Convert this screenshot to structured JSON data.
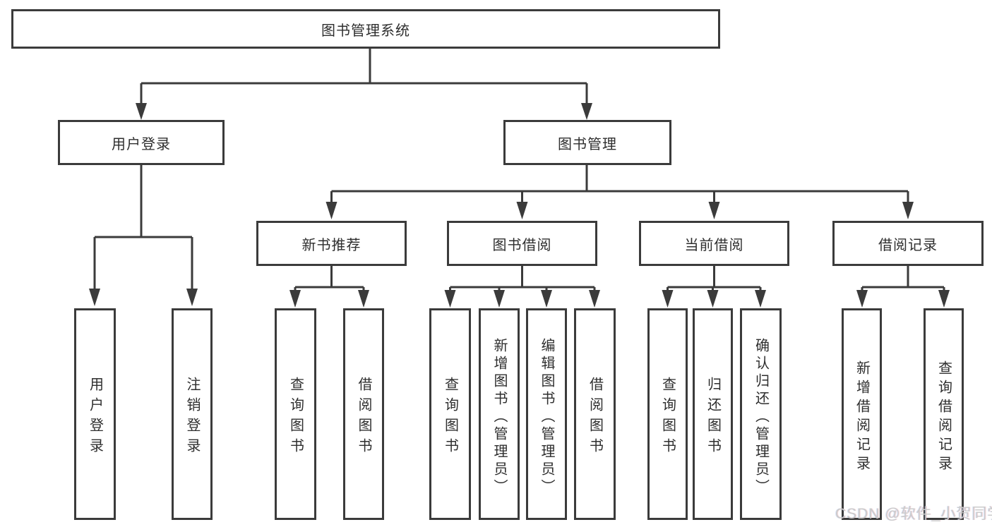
{
  "title": "图书管理系统",
  "colors": {
    "line": "#3b3b3b",
    "text": "#2e2e2e",
    "background": "#ffffff",
    "watermark": "#cbcbcb"
  },
  "nodes": {
    "root": "图书管理系统",
    "user_login": "用户登录",
    "book_management": "图书管理",
    "new_book_recommend": "新书推荐",
    "book_borrow": "图书借阅",
    "current_borrow": "当前借阅",
    "borrow_record": "借阅记录",
    "leaf_user_login": "用户登录",
    "leaf_logout": "注销登录",
    "leaf_query_book_1": "查询图书",
    "leaf_borrow_book_1": "借阅图书",
    "leaf_query_book_2": "查询图书",
    "leaf_add_book": "新增图书（管理员）",
    "leaf_edit_book": "编辑图书（管理员）",
    "leaf_borrow_book_2": "借阅图书",
    "leaf_query_book_3": "查询图书",
    "leaf_return_book": "归还图书",
    "leaf_confirm_return": "确认归还（管理员）",
    "leaf_add_borrow_record": "新增借阅记录",
    "leaf_query_borrow_record": "查询借阅记录"
  },
  "watermark": "CSDN @软件_小贺同学"
}
